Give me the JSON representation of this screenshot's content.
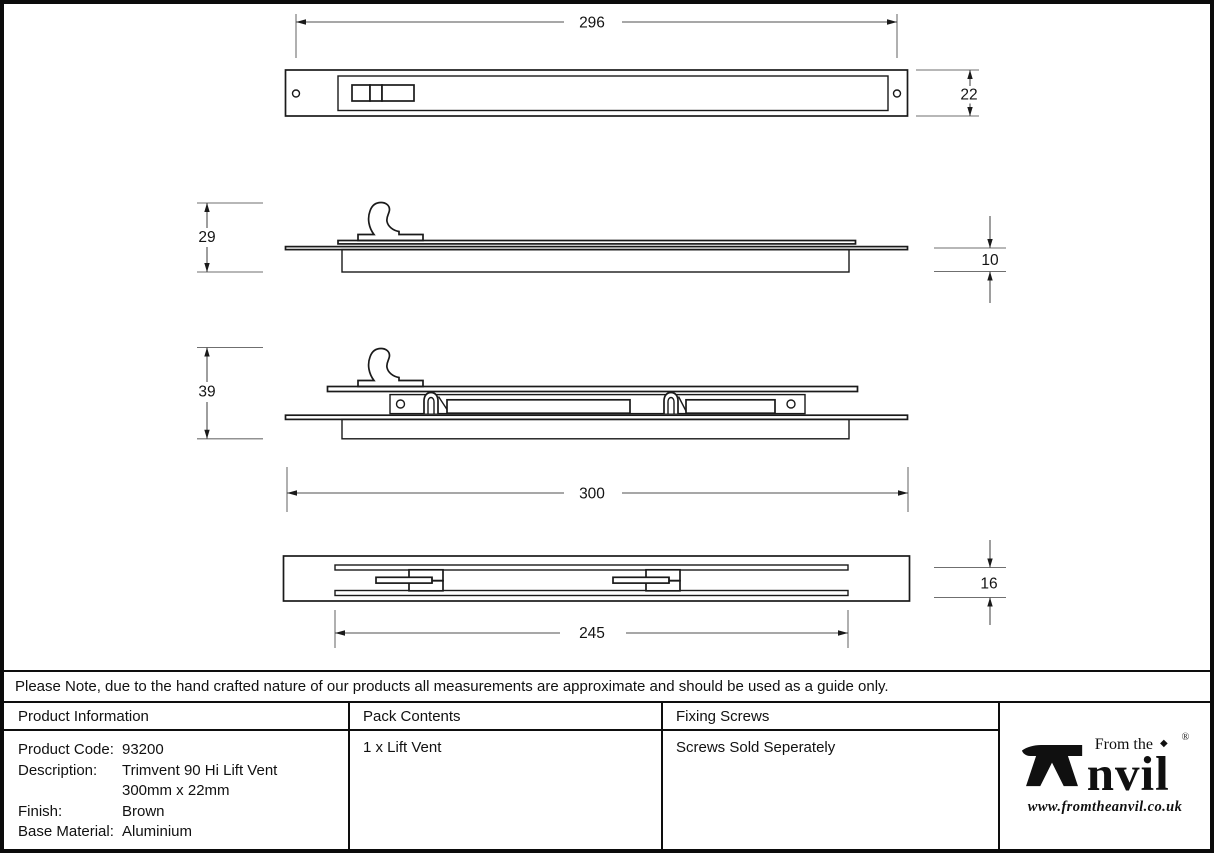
{
  "note": "Please Note, due to the hand crafted nature of our products all measurements are approximate and should be used as a guide only.",
  "drawing": {
    "dimensions": {
      "fixing_centres": "296",
      "face_height": "22",
      "closed_height": "29",
      "rear_depth": "10",
      "open_height": "39",
      "overall_length": "300",
      "inner_length": "245",
      "frame_height": "16"
    }
  },
  "table": {
    "product_information": {
      "header": "Product Information",
      "rows": [
        {
          "label": "Product Code:",
          "value": "93200"
        },
        {
          "label": "Description:",
          "value": "Trimvent 90 Hi Lift Vent"
        },
        {
          "label": "",
          "value": "300mm x 22mm"
        },
        {
          "label": "Finish:",
          "value": "Brown"
        },
        {
          "label": "Base Material:",
          "value": "Aluminium"
        }
      ]
    },
    "pack_contents": {
      "header": "Pack Contents",
      "value": "1 x Lift Vent"
    },
    "fixing_screws": {
      "header": "Fixing Screws",
      "value": "Screws Sold Seperately"
    }
  },
  "logo": {
    "brand": "Anvil",
    "prefix": "From the",
    "brand_rest": "nvil",
    "registered": "®",
    "diamond": "◆",
    "url": "www.fromtheanvil.co.uk"
  },
  "colors": {
    "line": "#1a1a1a",
    "dim_line": "#6f6f6f",
    "background": "#ffffff"
  }
}
